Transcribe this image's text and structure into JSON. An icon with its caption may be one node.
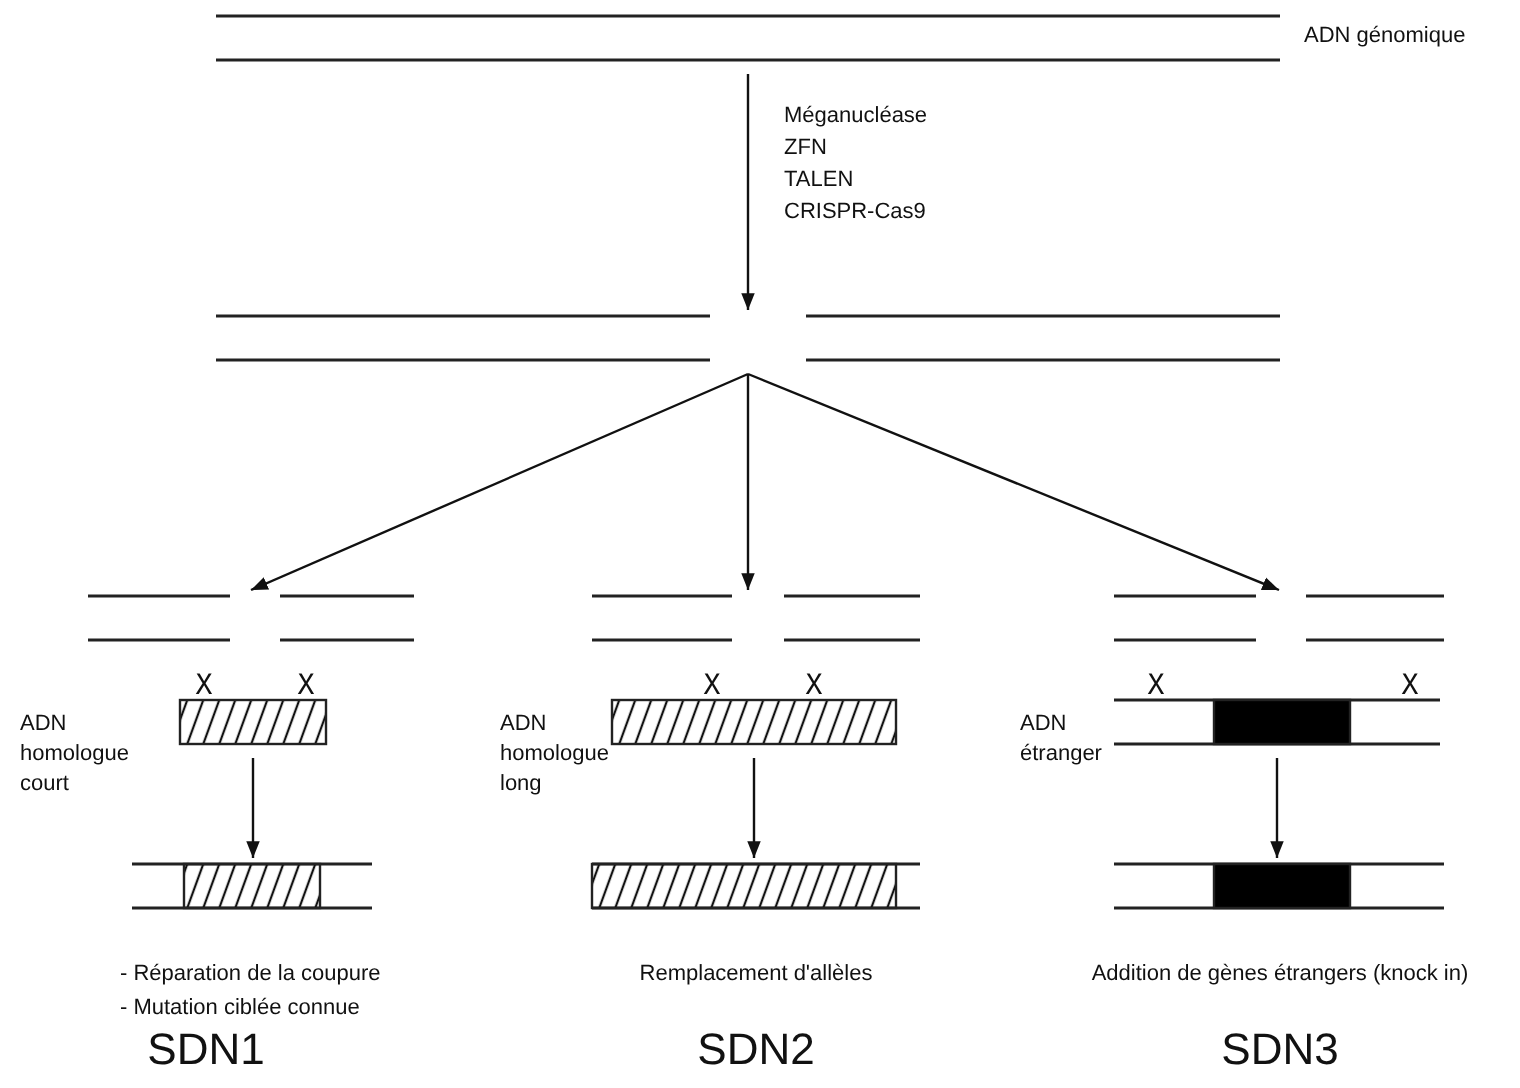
{
  "diagram": {
    "nodes": [
      {
        "text": [],
        "shape": "bar",
        "beside": [
          "ADN génomique"
        ]
      },
      {
        "text": [],
        "shape": "bar"
      },
      {
        "text": [],
        "shape": "bar"
      },
      {
        "text": [],
        "shape": "bar"
      },
      {
        "text": [],
        "shape": "bar"
      },
      {
        "text": [],
        "shape": "bar",
        "beside": [
          "ADN homologue court"
        ]
      },
      {
        "text": [],
        "shape": "bar",
        "beside": [
          "ADN homologue long"
        ]
      },
      {
        "text": [],
        "shape": "bar",
        "beside": [
          "ADN étranger"
        ]
      },
      {
        "text": [],
        "shape": "bar",
        "beside": [
          "- Réparation de la coupure",
          "- Mutation ciblée connue"
        ]
      },
      {
        "text": [],
        "shape": "bar",
        "beside": [
          "Remplacement d'allèles"
        ]
      },
      {
        "text": [],
        "shape": "bar",
        "beside": [
          "Addition de gènes étrangers (knock in)"
        ]
      }
    ],
    "edges": [
      {
        "from": 0,
        "to": 1,
        "arrow": "to"
      },
      {
        "from": 1,
        "to": 2,
        "arrow": "to"
      },
      {
        "from": 1,
        "to": 3,
        "arrow": "to"
      },
      {
        "from": 1,
        "to": 4,
        "arrow": "to"
      },
      {
        "from": 5,
        "to": 8,
        "arrow": "to"
      },
      {
        "from": 6,
        "to": 9,
        "arrow": "to"
      },
      {
        "from": 7,
        "to": 10,
        "arrow": "to"
      }
    ],
    "labels": [
      "Méganucléase",
      "ZFN",
      "TALEN",
      "CRISPR-Cas9",
      "X",
      "X",
      "X",
      "X",
      "X",
      "X",
      "SDN1",
      "SDN2",
      "SDN3"
    ]
  }
}
